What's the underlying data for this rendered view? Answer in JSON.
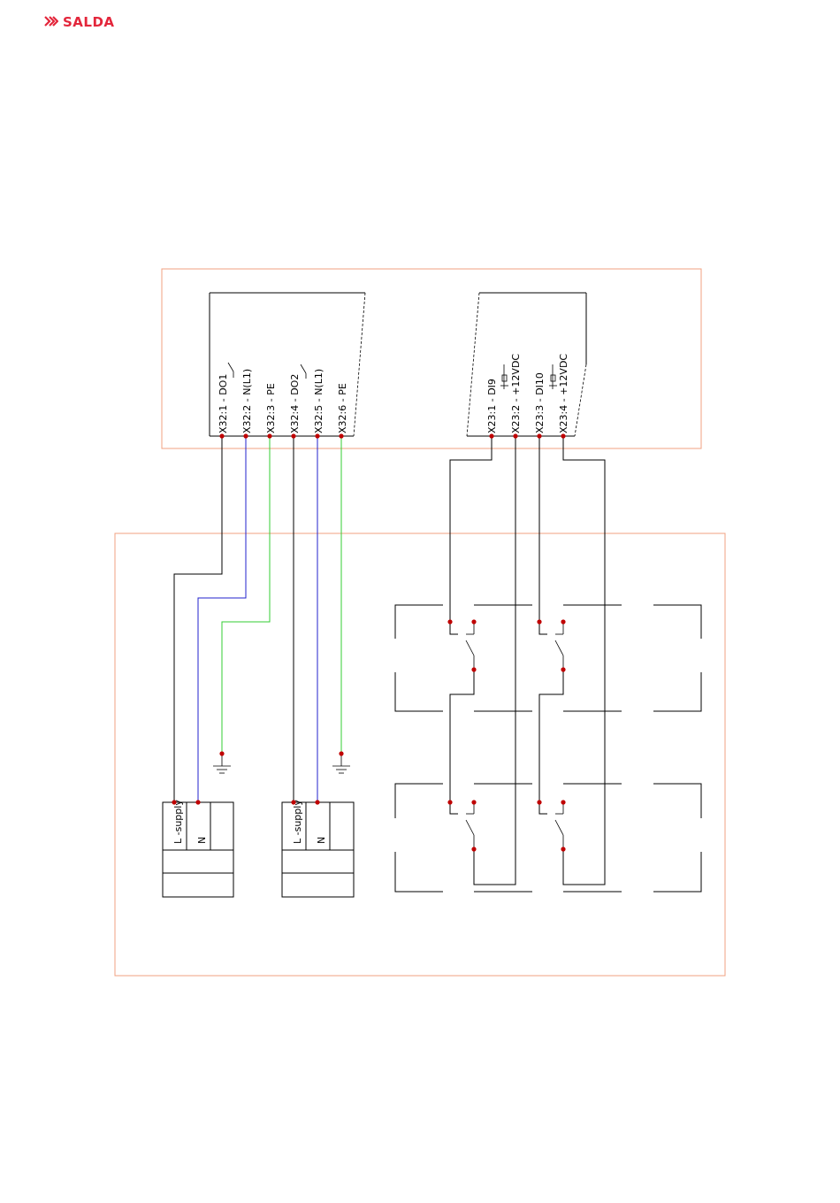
{
  "brand": {
    "name": "SALDA",
    "color": "#e3263b"
  },
  "colors": {
    "frame": "#f0a080",
    "wire_black": "#000000",
    "wire_blue": "#2222cc",
    "wire_green": "#33cc33",
    "node": "#c00000"
  },
  "terminals_do": [
    {
      "label": "X32:1 - DO1"
    },
    {
      "label": "X32:2 - N(L1)"
    },
    {
      "label": "X32:3 - PE"
    },
    {
      "label": "X32:4 - DO2"
    },
    {
      "label": "X32:5 - N(L1)"
    },
    {
      "label": "X32:6 - PE"
    }
  ],
  "terminals_di": [
    {
      "label": "X23:1 - DI9"
    },
    {
      "label": "X23:2 - +12VDC"
    },
    {
      "label": "X23:3 - DI10"
    },
    {
      "label": "X23:4 - +12VDC"
    }
  ],
  "loads": [
    {
      "l_label": "L -supply",
      "n_label": "N"
    },
    {
      "l_label": "L -supply",
      "n_label": "N"
    }
  ],
  "icons": {
    "logo": "salda-logo-icon",
    "ground": "ground-icon",
    "relay_contact": "relay-contact-icon",
    "switch": "switch-icon",
    "coil": "coil-icon"
  }
}
